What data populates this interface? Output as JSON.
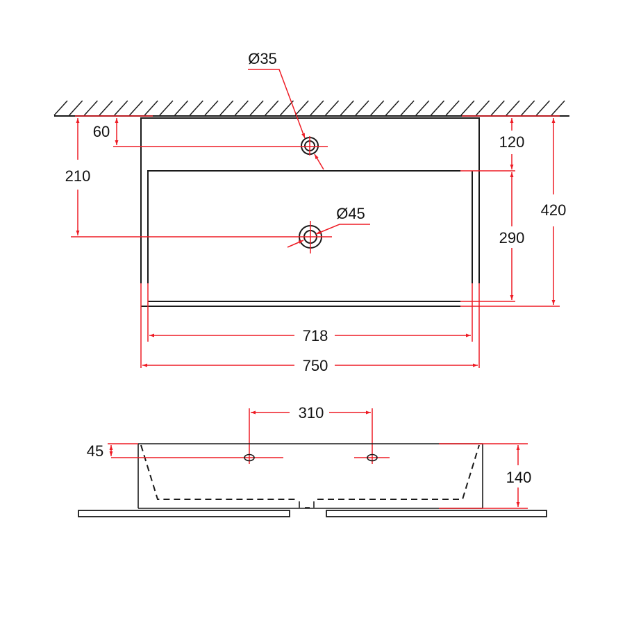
{
  "drawing": {
    "title": "Wall-mounted washbasin dimension drawing",
    "colors": {
      "outline": "#1a1a1a",
      "dimension": "#ee1c25",
      "text": "#111111",
      "background": "#ffffff"
    },
    "top_view": {
      "tap_hole_diameter": "Ø35",
      "drain_diameter": "Ø45",
      "tap_hole_from_wall": "60",
      "drain_from_wall": "210",
      "rim_depth": "120",
      "bowl_depth": "290",
      "total_depth": "420",
      "bowl_width": "718",
      "total_width": "750"
    },
    "front_view": {
      "hole_spacing": "310",
      "hole_from_top": "45",
      "height": "140"
    }
  }
}
